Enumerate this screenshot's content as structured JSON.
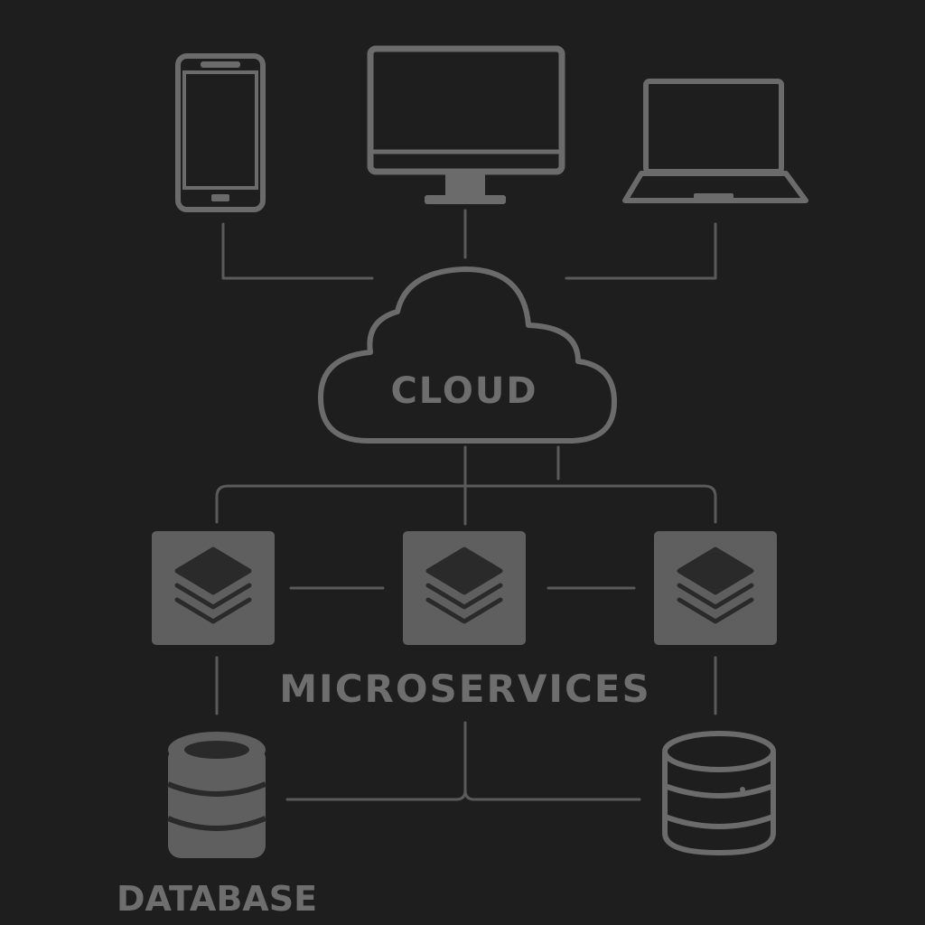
{
  "nodes": {
    "cloud_label": "CLOUD",
    "microservices_label": "MICROSERVICES",
    "database_label": "DATABASE"
  },
  "icons": {
    "clients": [
      "smartphone-icon",
      "desktop-monitor-icon",
      "laptop-icon"
    ],
    "cloud": "cloud-icon",
    "services": [
      "layers-icon",
      "layers-icon",
      "layers-icon"
    ],
    "databases": [
      "database-icon",
      "database-icon"
    ]
  },
  "colors": {
    "background": "#1e1e1e",
    "icon_stroke": "#6b6b6b",
    "icon_fill": "#5f5f5f",
    "connector": "#5a5a5a",
    "label": "#6e6e6e"
  }
}
